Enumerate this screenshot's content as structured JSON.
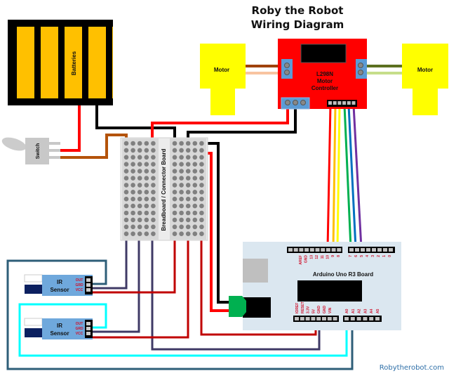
{
  "title": {
    "line1": "Roby the Robot",
    "line2": "Wiring Diagram"
  },
  "components": {
    "batteries": {
      "label": "Batteries",
      "cells": 5,
      "cell_color": "#ffc000",
      "case_color": "#000000"
    },
    "switch": {
      "label": "Switch"
    },
    "breadboard": {
      "label": "Breadboard / Connector Board"
    },
    "motor_left": {
      "label": "Motor",
      "color": "#ffff00"
    },
    "motor_right": {
      "label": "Motor",
      "color": "#ffff00"
    },
    "motor_controller": {
      "line1": "L298N",
      "line2": "Motor",
      "line3": "Controller",
      "color": "#ff0000",
      "terminal_color": "#5b9bd5"
    },
    "arduino": {
      "label": "Arduino Uno R3 Board",
      "color": "#dbe7f0",
      "top_left_pins": [
        "AREF",
        "GND",
        "13",
        "12",
        "11",
        "10",
        "9",
        "8"
      ],
      "top_right_pins": [
        "7",
        "6",
        "5",
        "4",
        "3",
        "2",
        "1",
        "0"
      ],
      "bottom_left_pins": [
        "IOREF",
        "RESET",
        "3.3V",
        "5V",
        "GND",
        "GND",
        "VIN"
      ],
      "bottom_right_pins": [
        "A0",
        "A1",
        "A2",
        "A3",
        "A4",
        "A5"
      ]
    },
    "ir_sensor_1": {
      "line1": "IR",
      "line2": "Sensor",
      "pins": [
        "OUT",
        "GRD",
        "VCC"
      ]
    },
    "ir_sensor_2": {
      "line1": "IR",
      "line2": "Sensor",
      "pins": [
        "OUT",
        "GRD",
        "VCC"
      ]
    }
  },
  "wire_colors": {
    "power": "#ff0000",
    "ground": "#000000",
    "switch_link": "#b4530a",
    "motor_a1": "#a0420b",
    "motor_a2": "#f8c4a0",
    "motor_b1": "#5c7020",
    "motor_b2": "#c6de8a",
    "ctrl_1": "#ff0000",
    "ctrl_2": "#ffc000",
    "ctrl_3": "#ffff00",
    "ctrl_4": "#00b050",
    "ctrl_5": "#0070c0",
    "ctrl_6": "#7030a0",
    "sensor_vcc": "#c00000",
    "sensor_gnd": "#3f3a66",
    "sensor1_out": "#2e5e78",
    "sensor2_out": "#00ffff",
    "dc_jack": "#00b050"
  },
  "watermark": "Robytherobot.com"
}
